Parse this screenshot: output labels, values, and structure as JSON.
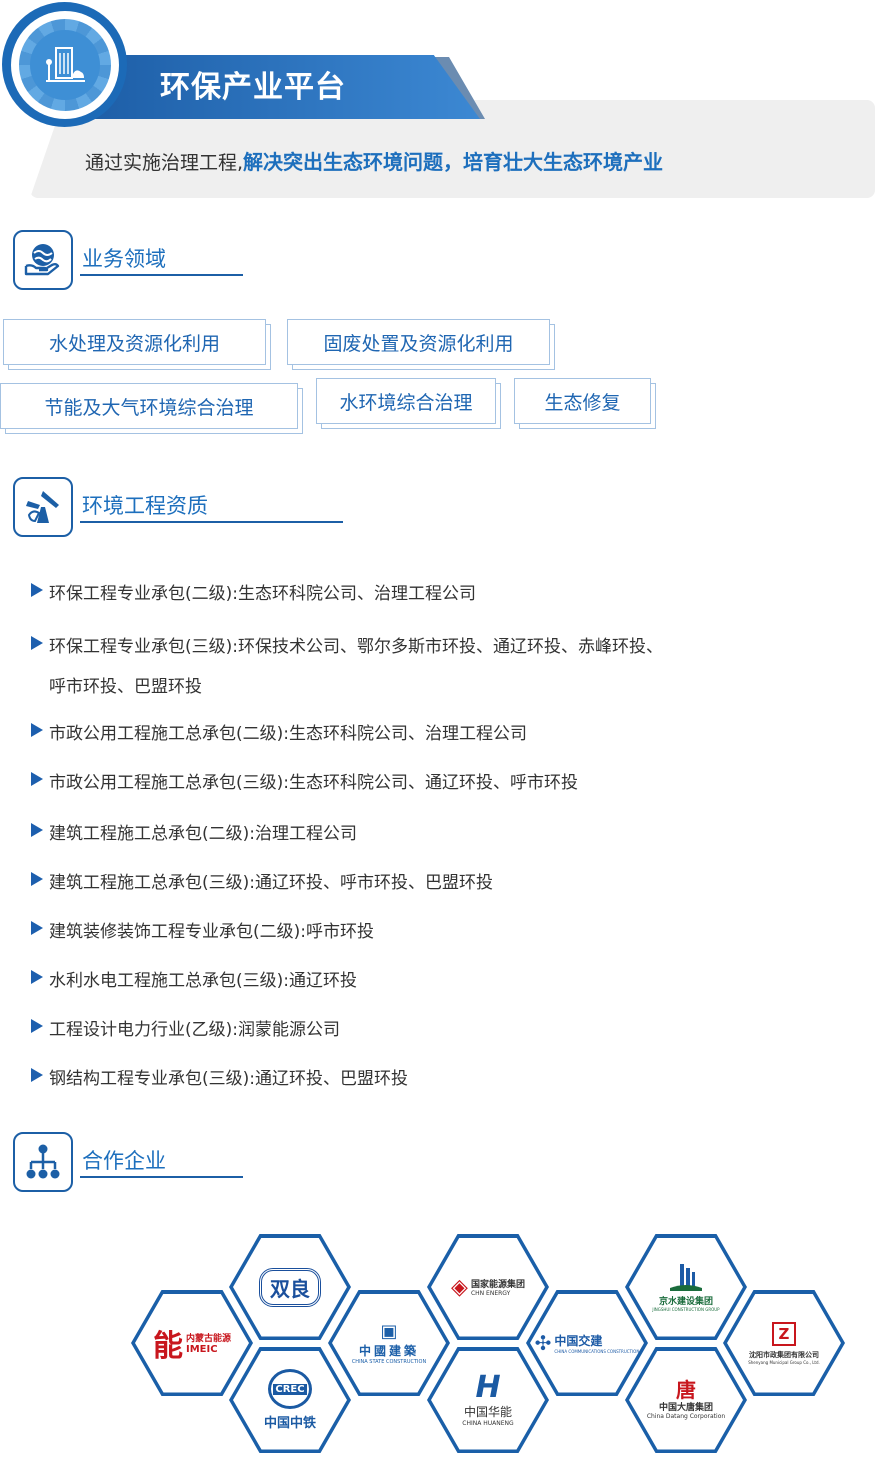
{
  "header": {
    "title": "环保产业平台",
    "slogan_plain": "通过实施治理工程,",
    "slogan_highlight": "解决突出生态环境问题，培育壮大生态环境产业",
    "icon": "building-gear-icon"
  },
  "sections": {
    "business": {
      "title": "业务领域",
      "icon": "globe-hand-icon",
      "tags": [
        "水处理及资源化利用",
        "固废处置及资源化利用",
        "节能及大气环境综合治理",
        "水环境综合治理",
        "生态修复"
      ]
    },
    "qualification": {
      "title": "环境工程资质",
      "icon": "wind-turbine-icon",
      "items": [
        "环保工程专业承包(二级):生态环科院公司、治理工程公司",
        "环保工程专业承包(三级):环保技术公司、鄂尔多斯市环投、通辽环投、赤峰环投、",
        "呼市环投、巴盟环投",
        "市政公用工程施工总承包(二级):生态环科院公司、治理工程公司",
        "市政公用工程施工总承包(三级):生态环科院公司、通辽环投、呼市环投",
        "建筑工程施工总承包(二级):治理工程公司",
        "建筑工程施工总承包(三级):通辽环投、呼市环投、巴盟环投",
        "建筑装修装饰工程专业承包(二级):呼市环投",
        "水利水电工程施工总承包(三级):通辽环投",
        "工程设计电力行业(乙级):润蒙能源公司",
        "钢结构工程专业承包(三级):通辽环投、巴盟环投"
      ]
    },
    "partners": {
      "title": "合作企业",
      "icon": "org-chart-icon",
      "logos": [
        {
          "name": "imeic",
          "cn": "内蒙古能源",
          "en": "IMEIC",
          "mark": "能",
          "color": "#c8161d"
        },
        {
          "name": "shuangliang",
          "cn": "双良",
          "en": "",
          "mark": "双良",
          "color": "#1a4f9c"
        },
        {
          "name": "cscec",
          "cn": "中國建築",
          "en": "CHINA STATE CONSTRUCTION",
          "mark": "▣",
          "color": "#1c5fa8"
        },
        {
          "name": "chn-energy",
          "cn": "国家能源集团",
          "en": "CHN ENERGY",
          "mark": "◈",
          "color": "#c8161d"
        },
        {
          "name": "crcc",
          "cn": "中国中铁",
          "en": "",
          "mark": "CREC",
          "color": "#1b5aa3"
        },
        {
          "name": "huaneng",
          "cn": "中国华能",
          "en": "CHINA HUANENG",
          "mark": "H",
          "color": "#1b5aa3"
        },
        {
          "name": "ccccltd",
          "cn": "中国交建",
          "en": "CHINA COMMUNICATIONS CONSTRUCTION",
          "mark": "✣",
          "color": "#1d5ba6"
        },
        {
          "name": "jingshui",
          "cn": "京水建设集团",
          "en": "JINGSHUI CONSTRUCTION GROUP",
          "mark": "▲",
          "color": "#1a6c3c"
        },
        {
          "name": "datang",
          "cn": "中国大唐集团",
          "en": "China Datang Corporation",
          "mark": "唐",
          "color": "#c8161d"
        },
        {
          "name": "shenyang",
          "cn": "沈阳市政集团有限公司",
          "en": "Shenyang Municipal Group Co., Ltd.",
          "mark": "Z",
          "color": "#c8161d"
        }
      ]
    }
  },
  "colors": {
    "primary": "#1c5fa6",
    "accent": "#1d6fbd",
    "text": "#333333",
    "tag_border": "#a4c2e2"
  }
}
